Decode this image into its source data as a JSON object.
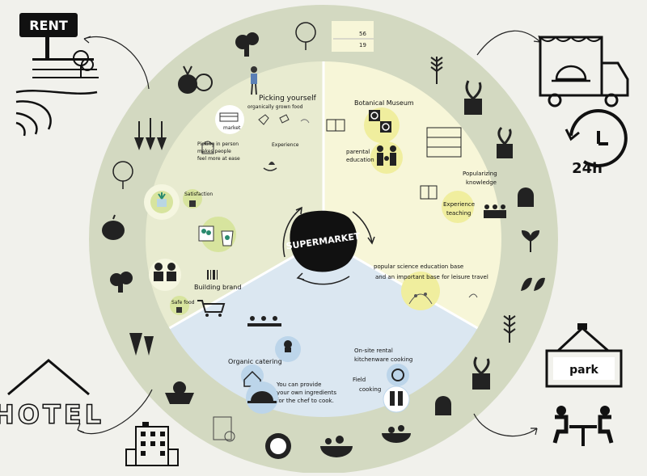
{
  "center": {
    "label": "SUPERMARKET"
  },
  "colors": {
    "background": "#f1f1ec",
    "outer_ring": "#d3d9c1",
    "sector_green": "#e8ebd0",
    "sector_yellow": "#f7f6d8",
    "sector_blue": "#dbe7f1",
    "divider": "#ffffff",
    "bubble_green": "#d7e49e",
    "bubble_yellow": "#f0ee9e",
    "bubble_blue": "#bcd5ea",
    "ink": "#1b1b1b"
  },
  "corners": {
    "rent": "RENT",
    "hotel": "HOTEL",
    "park": "park",
    "truck_hours": "24h"
  },
  "sector_green": {
    "picking_title": "Picking yourself",
    "picking_sub": "organically grown food",
    "market": "market",
    "experience": "Experience",
    "picking_note": [
      "Picking in person",
      "makes people",
      "feel more at ease"
    ],
    "satisfaction": "Satisfaction",
    "building_brand": "Building brand",
    "safe_food": "Safe food"
  },
  "sector_yellow": {
    "botanical": "Botanical Museum",
    "parental": [
      "parental",
      "education"
    ],
    "popularizing": [
      "Popularizing",
      "knowledge"
    ],
    "experience_teaching": [
      "Experience",
      "teaching"
    ],
    "science_base": [
      "popular science education base",
      "and an important base for leisure travel"
    ]
  },
  "sector_blue": {
    "organic": "Organic catering",
    "ingredients": [
      "You can provide",
      "your own ingredients",
      "for the chef to cook."
    ],
    "rental": [
      "On-site rental",
      "kitchenware cooking"
    ],
    "field": [
      "Field",
      "cooking"
    ]
  },
  "ring_icons": [
    "broccoli-icon",
    "tree-icon",
    "document-icon",
    "wheat-icon",
    "potted-plant-icon",
    "sprout-icon",
    "greenhouse-icon",
    "sprout-icon",
    "leaves-icon",
    "wheat-icon",
    "potted-plant-icon",
    "greenhouse-icon",
    "salad-icon",
    "salad-icon",
    "plate-icon",
    "fruit-icon",
    "basket-icon",
    "root-vegetable-icon",
    "broccoli-icon",
    "pumpkin-icon",
    "tree-icon",
    "carrots-icon",
    "beetroot-icon"
  ]
}
